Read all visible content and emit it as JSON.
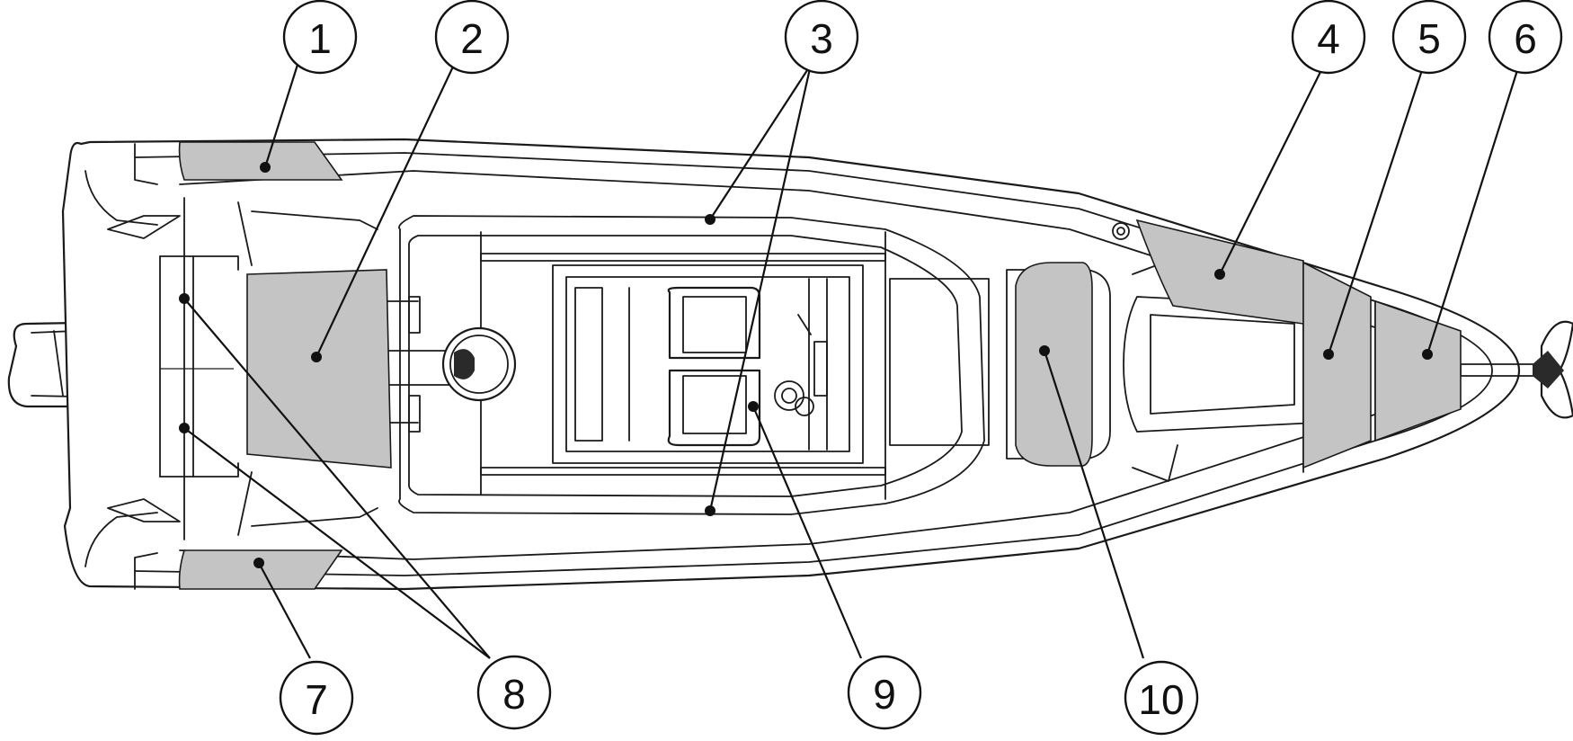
{
  "diagram": {
    "callouts": [
      {
        "id": "1",
        "label": "1"
      },
      {
        "id": "2",
        "label": "2"
      },
      {
        "id": "3",
        "label": "3"
      },
      {
        "id": "4",
        "label": "4"
      },
      {
        "id": "5",
        "label": "5"
      },
      {
        "id": "6",
        "label": "6"
      },
      {
        "id": "7",
        "label": "7"
      },
      {
        "id": "8",
        "label": "8"
      },
      {
        "id": "9",
        "label": "9"
      },
      {
        "id": "10",
        "label": "10"
      }
    ],
    "colors": {
      "line": "#1a1a1a",
      "zone": "#c4c4c4",
      "background": "#ffffff"
    }
  }
}
